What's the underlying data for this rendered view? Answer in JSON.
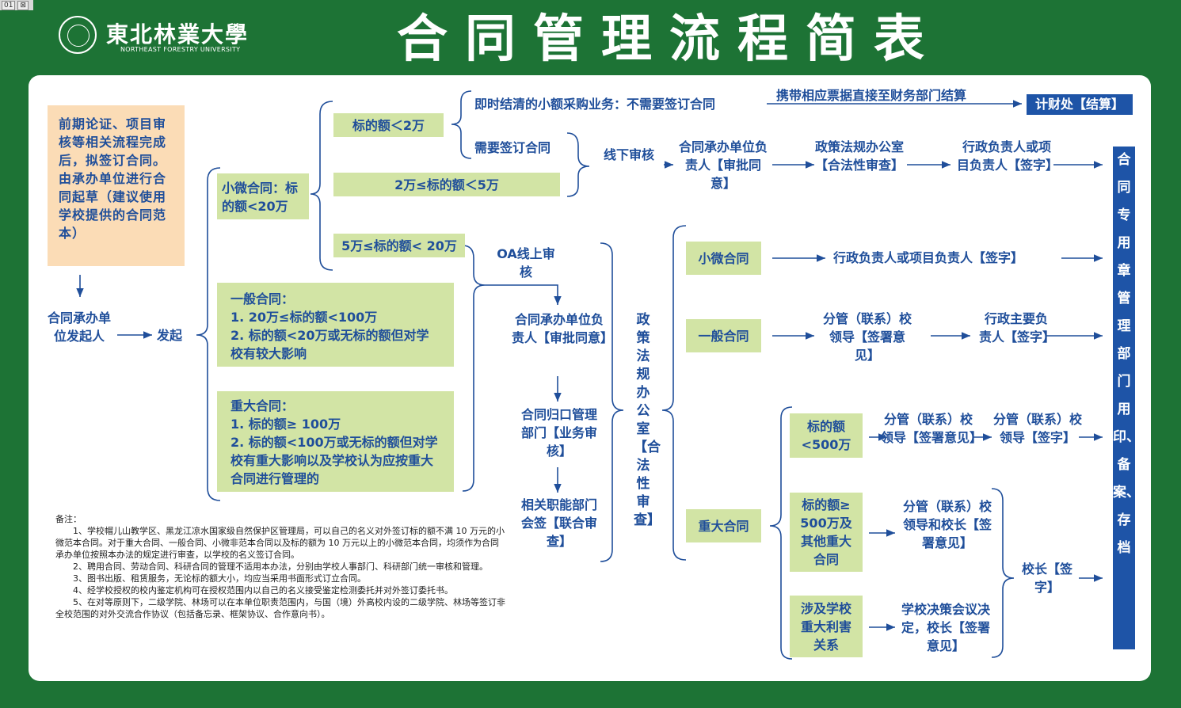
{
  "tabbar": {
    "tab1": "01",
    "tab2": "⊠"
  },
  "logo": {
    "name_cn": "東北林業大學",
    "name_en": "NORTHEAST FORESTRY UNIVERSITY"
  },
  "title": "合同管理流程简表",
  "start": {
    "note": "前期论证、项目审核等相关流程完成后，拟签订合同。由承办单位进行合同起草（建议使用学校提供的合同范本）",
    "initiator": "合同承办单位发起人",
    "launch": "发起"
  },
  "categories": {
    "small": "小微合同：标的额<20万",
    "general": "一般合同：\n1. 20万≤标的额<100万\n2. 标的额<20万或无标的额但对学校有较大影响",
    "major": "重大合同：\n1. 标的额≥ 100万\n2. 标的额<100万或无标的额但对学校有重大影响以及学校认为应按重大合同进行管理的"
  },
  "small_branches": {
    "lt2": "标的额＜2万",
    "2to5": "2万≤标的额＜5万",
    "5to20": "5万≤标的额< 20万"
  },
  "top_route": {
    "immediate": "即时结清的小额采购业务：不需要签订合同",
    "carry": "携带相应票据直接至财务部门结算",
    "settle": "计财处【结算】",
    "need": "需要签订合同",
    "offline": "线下审核",
    "step1": "合同承办单位负责人【审批同意】",
    "step2": "政策法规办公室【合法性审查】",
    "step3": "行政负责人或项目负责人【签字】"
  },
  "oa": {
    "title": "OA线上审核",
    "s1": "合同承办单位负责人【审批同意】",
    "s2": "合同归口管理部门【业务审核】",
    "s3": "相关职能部门会签【联合审查】"
  },
  "policy_office": "政策法规办公室【合法性审查】",
  "right_small": {
    "label": "小微合同",
    "step": "行政负责人或项目负责人【签字】"
  },
  "right_general": {
    "label": "一般合同",
    "s1": "分管（联系）校领导【签署意见】",
    "s2": "行政主要负责人【签字】"
  },
  "right_major": {
    "label": "重大合同",
    "b1": "标的额<500万",
    "b1_s1": "分管（联系）校领导【签署意见】",
    "b1_s2": "分管（联系）校领导【签字】",
    "b2": "标的额≥ 500万及其他重大合同",
    "b2_s1": "分管（联系）校领导和校长【签署意见】",
    "b3": "涉及学校重大利害关系",
    "b3_s1": "学校决策会议决定，校长【签署意见】",
    "president": "校长【签字】"
  },
  "final": "合同专用章管理部门用印、备案、存档",
  "notes": {
    "title": "备注：",
    "n1": "1、学校帽儿山教学区、黑龙江凉水国家级自然保护区管理局，可以自己的名义对外签订标的额不满 10 万元的小微范本合同。对于重大合同、一般合同、小微非范本合同以及标的额为 10 万元以上的小微范本合同，均须作为合同承办单位按照本办法的规定进行审查，以学校的名义签订合同。",
    "n2": "2、聘用合同、劳动合同、科研合同的管理不适用本办法，分别由学校人事部门、科研部门统一审核和管理。",
    "n3": "3、图书出版、租赁服务，无论标的额大小，均应当采用书面形式订立合同。",
    "n4": "4、经学校授权的校内鉴定机构可在授权范围内以自己的名义接受鉴定检测委托并对外签订委托书。",
    "n5": "5、在对等原则下，二级学院、林场可以在本单位职责范围内，与国（境）外高校内设的二级学院、林场等签订非全校范围的对外交流合作协议（包括备忘录、框架协议、合作意向书）。"
  },
  "colors": {
    "frame": "#1d7335",
    "text": "#1f4e9a",
    "green_box": "#d2e4a5",
    "orange_box": "#fbdcb6",
    "blue_bar": "#1e54a7"
  }
}
